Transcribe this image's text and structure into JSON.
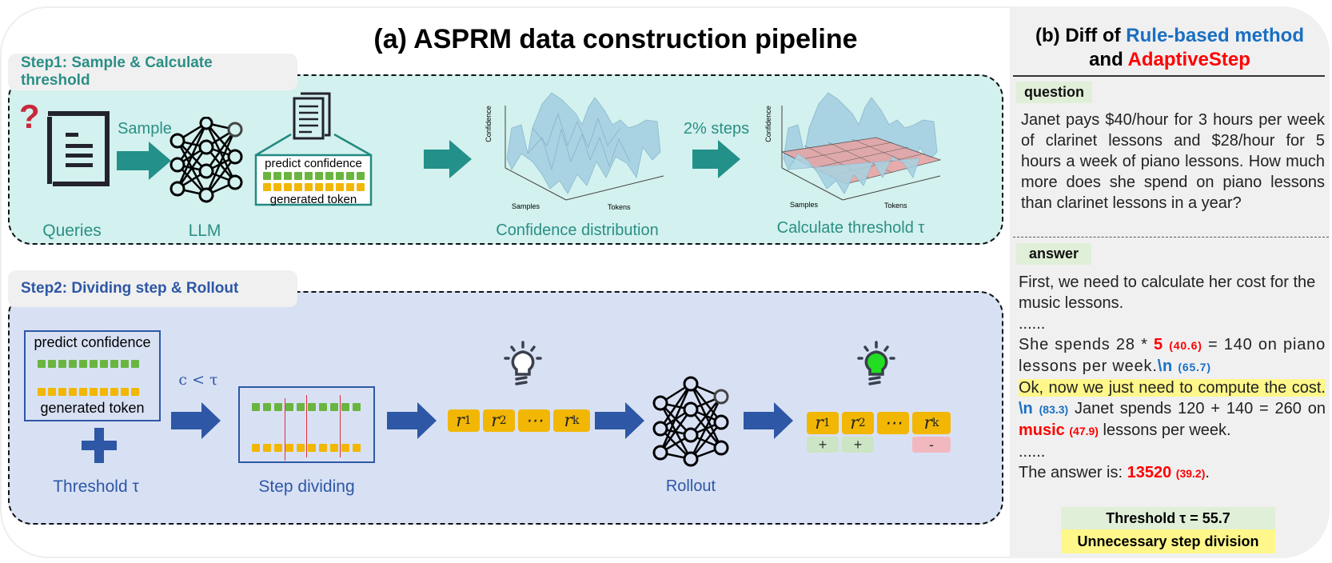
{
  "left": {
    "title": "(a) ASPRM data construction pipeline",
    "step1": {
      "tab_label": "Step1: Sample & Calculate threshold",
      "queries_label": "Queries",
      "sample_label": "Sample",
      "llm_label": "LLM",
      "card_top": "predict confidence",
      "card_bottom": "generated token",
      "conf_dist_label": "Confidence distribution",
      "steps_label": "2% steps",
      "calc_label": "Calculate threshold τ",
      "plot_axis_z": "Confidence",
      "plot_axis_x": "Samples",
      "plot_axis_y": "Tokens",
      "question_mark": "?"
    },
    "step2": {
      "tab_label": "Step2: Dividing step & Rollout",
      "card_top": "predict confidence",
      "card_bottom": "generated token",
      "threshold_label": "Threshold τ",
      "condition_label": "c < τ",
      "step_dividing_label": "Step dividing",
      "rollout_label": "Rollout",
      "reasoning_steps": [
        {
          "sym": "r",
          "sub": "1"
        },
        {
          "sym": "r",
          "sub": "2"
        },
        {
          "sym": "⋯",
          "sub": ""
        },
        {
          "sym": "r",
          "sub": "k"
        }
      ],
      "rollout_marks": [
        "+",
        "+",
        "",
        "-"
      ]
    }
  },
  "right": {
    "title_prefix": "(b) Diff of ",
    "title_rule": "Rule-based method",
    "title_and": "and ",
    "title_adaptive": "AdaptiveStep",
    "question_tag": "question",
    "question_text": "Janet pays $40/hour for 3 hours per week of clarinet lessons and $28/hour for 5 hours a week of piano lessons. How much more does she spend on piano lessons than clarinet lessons in a year?",
    "answer_tag": "answer",
    "answer": {
      "line1": "First, we need to calculate her cost for the music lessons.",
      "ellipsis": "......",
      "l2_a": "She spends 28 * ",
      "l2_red": "5",
      "l2_conf": "(40.6)",
      "l2_b": " = 140 on piano lessons per week.",
      "l2_nl": "\\n",
      "l2_nl_conf": "(65.7)",
      "l3_hl": "Ok, now we just need to compute the cost. ",
      "l3_nl": "\\n",
      "l3_nl_conf": "(83.3)",
      "l3_b": " Janet spends 120 + 140 = 260 on ",
      "l3_red": "music",
      "l3_conf": "(47.9)",
      "l3_c": " lessons per week.",
      "l4_a": "The answer is: ",
      "l4_red": "13520",
      "l4_conf": "(39.2)",
      "l4_end": "."
    },
    "threshold_box": "Threshold τ = 55.7",
    "unnecessary_box": "Unnecessary step division"
  },
  "colors": {
    "teal": "#2a8f86",
    "blue": "#2e57a5",
    "token_green": "#6ab540",
    "token_yellow": "#f2b705",
    "highlight_red": "#ff0000",
    "highlight_blue": "#1a6fc2"
  }
}
